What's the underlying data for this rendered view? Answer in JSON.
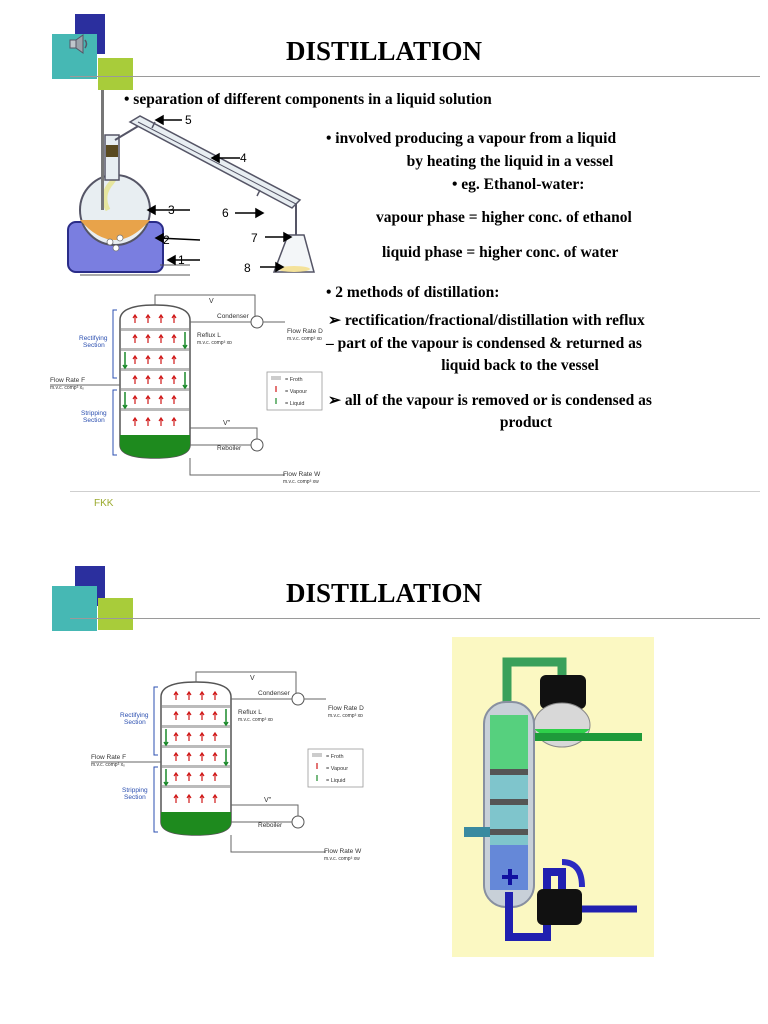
{
  "slide1": {
    "title": "DISTILLATION",
    "bullet1": "• separation of different components in a liquid solution",
    "bullet2_line1": "• involved producing a vapour from a liquid",
    "bullet2_line2": "by heating the liquid in a vessel",
    "bullet3": "• eg. Ethanol-water:",
    "vapour_phase": "vapour phase = higher conc. of ethanol",
    "liquid_phase": "liquid phase = higher conc. of water",
    "methods": "• 2 methods of distillation:",
    "method1_line1": "➢ rectification/fractional/distillation with reflux",
    "method1_line2": "– part of the vapour is condensed & returned as",
    "method1_line3": "liquid back to the vessel",
    "method2_line1": "➢ all of the vapour is removed or is condensed as",
    "method2_line2": "product",
    "footer": "FKK",
    "apparatus_labels": [
      "1",
      "2",
      "3",
      "4",
      "5",
      "6",
      "7",
      "8"
    ]
  },
  "slide2": {
    "title": "DISTILLATION"
  },
  "column_diagram": {
    "v_top": "V",
    "condenser": "Condenser",
    "reflux": "Reflux L",
    "reflux_sub": "m.v.c. comp³ xᴅ",
    "flow_d": "Flow Rate D",
    "flow_d_sub": "m.v.c. comp³ xᴅ",
    "rectifying_1": "Rectifying",
    "rectifying_2": "Section",
    "flow_f": "Flow Rate F",
    "flow_f_sub": "m.v.c. comp³ xₓ",
    "stripping_1": "Stripping",
    "stripping_2": "Section",
    "v_bottom": "V\"",
    "reboiler": "Reboiler",
    "flow_w": "Flow Rate W",
    "flow_w_sub": "m.v.c. comp³ xᴡ",
    "legend_froth": "= Froth",
    "legend_vapour": "= Vapour",
    "legend_liquid": "= Liquid"
  },
  "colors": {
    "deco_blue": "#2b2f9e",
    "deco_cyan": "#46b8b4",
    "deco_green": "#a8cc3a",
    "vapour_arrow": "#d01818",
    "liquid_arrow": "#1a8a2a",
    "section_label": "#2b4fb0",
    "footer": "#9aaa2c"
  }
}
